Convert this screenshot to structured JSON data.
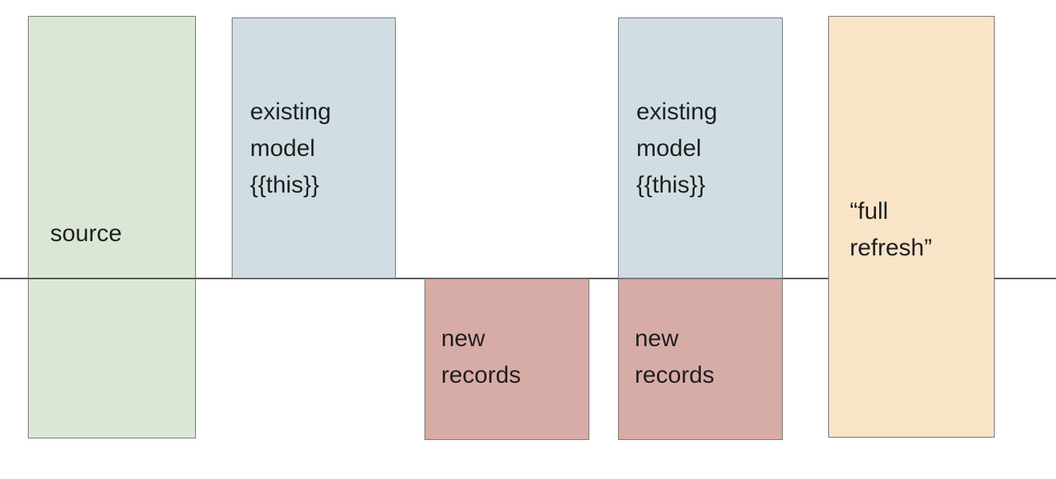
{
  "diagram": {
    "description": "incremental model materialization diagram",
    "timeline": {
      "color": "#595959"
    },
    "boxes": {
      "source": {
        "label": "source",
        "fill": "#dbe7d5",
        "border": "#7a7a7a"
      },
      "existing_model_1": {
        "label": "existing\nmodel\n{{this}}",
        "fill": "#d0dee3",
        "border": "#7a7a7a"
      },
      "new_records_1": {
        "label": "new\nrecords",
        "fill": "#d8aca6",
        "border": "#7a7a7a"
      },
      "existing_model_2": {
        "label": "existing\nmodel\n{{this}}",
        "fill": "#d0dee3",
        "border": "#7a7a7a"
      },
      "new_records_2": {
        "label": "new\nrecords",
        "fill": "#d8aca6",
        "border": "#7a7a7a"
      },
      "full_refresh": {
        "label": "“full\nrefresh”",
        "fill": "#f9e4c8",
        "border": "#7a7a7a"
      }
    }
  }
}
